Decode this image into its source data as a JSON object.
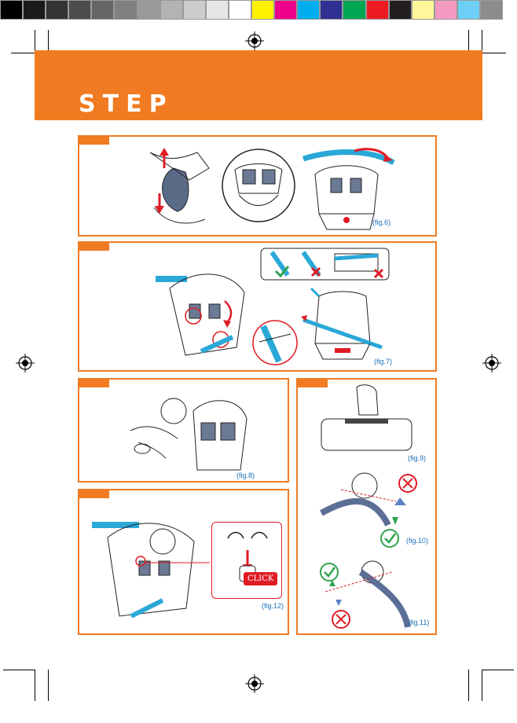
{
  "print_marks": {
    "swatches": [
      "#000000",
      "#1a1a1a",
      "#333333",
      "#4d4d4d",
      "#666666",
      "#808080",
      "#999999",
      "#b3b3b3",
      "#cccccc",
      "#e6e6e6",
      "#ffffff",
      "#fff200",
      "#ec008c",
      "#00aeef",
      "#2e3192",
      "#00a651",
      "#ed1c24",
      "#231f20",
      "#fff799",
      "#f49ac1",
      "#6dcff6",
      "#8c8c8c"
    ]
  },
  "banner": {
    "title": "STEP",
    "color": "#f07b22"
  },
  "figures": {
    "fig6": "(fig.6)",
    "fig7": "(fig.7)",
    "fig8": "(fig.8)",
    "fig9": "(fig.9)",
    "fig10": "(fig.10)",
    "fig11": "(fig.11)",
    "fig12": "(fig.12)"
  },
  "labels": {
    "click": "CLICK"
  },
  "colors": {
    "accent": "#f07b22",
    "belt": "#2aa8d8",
    "arrow_red": "#e01b24",
    "check_green": "#2ea44f",
    "caption_blue": "#1d6fb8"
  }
}
